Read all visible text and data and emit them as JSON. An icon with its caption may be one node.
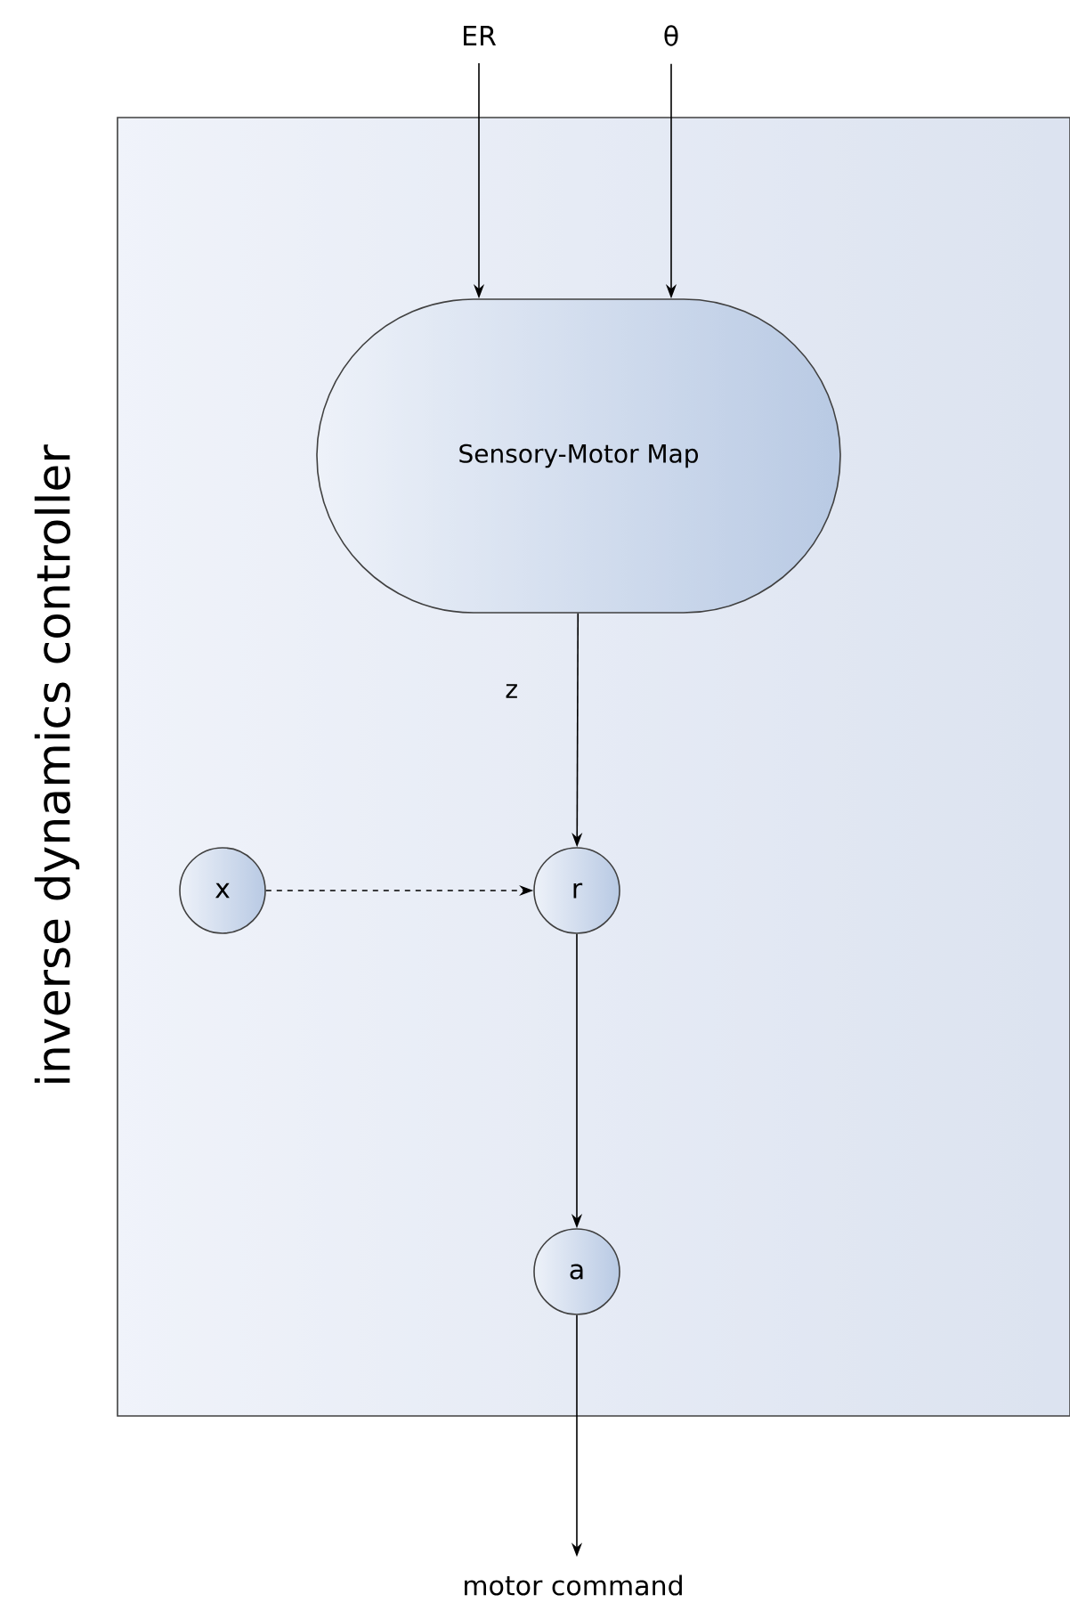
{
  "diagram": {
    "nodes": [
      {
        "text": [
          "inverse dynamics controller"
        ]
      },
      {
        "text": [
          "Sensory-Motor Map"
        ],
        "in": 0
      },
      {
        "text": [
          "x"
        ],
        "in": 0
      },
      {
        "text": [
          "r"
        ],
        "in": 0
      },
      {
        "text": [
          "a"
        ],
        "in": 0
      },
      {
        "text": [
          "ER"
        ]
      },
      {
        "text": [
          "θ"
        ]
      },
      {
        "text": [
          "motor command"
        ]
      }
    ],
    "edges": [
      {
        "from": 5,
        "to": 1,
        "arrow": "to"
      },
      {
        "from": 6,
        "to": 1,
        "arrow": "to"
      },
      {
        "from": 1,
        "to": 3,
        "arrow": "to",
        "label": "z"
      },
      {
        "from": 2,
        "to": 3,
        "arrow": "to",
        "style": "dashed"
      },
      {
        "from": 3,
        "to": 4,
        "arrow": "to"
      },
      {
        "from": 4,
        "to": 7,
        "arrow": "to"
      }
    ]
  }
}
